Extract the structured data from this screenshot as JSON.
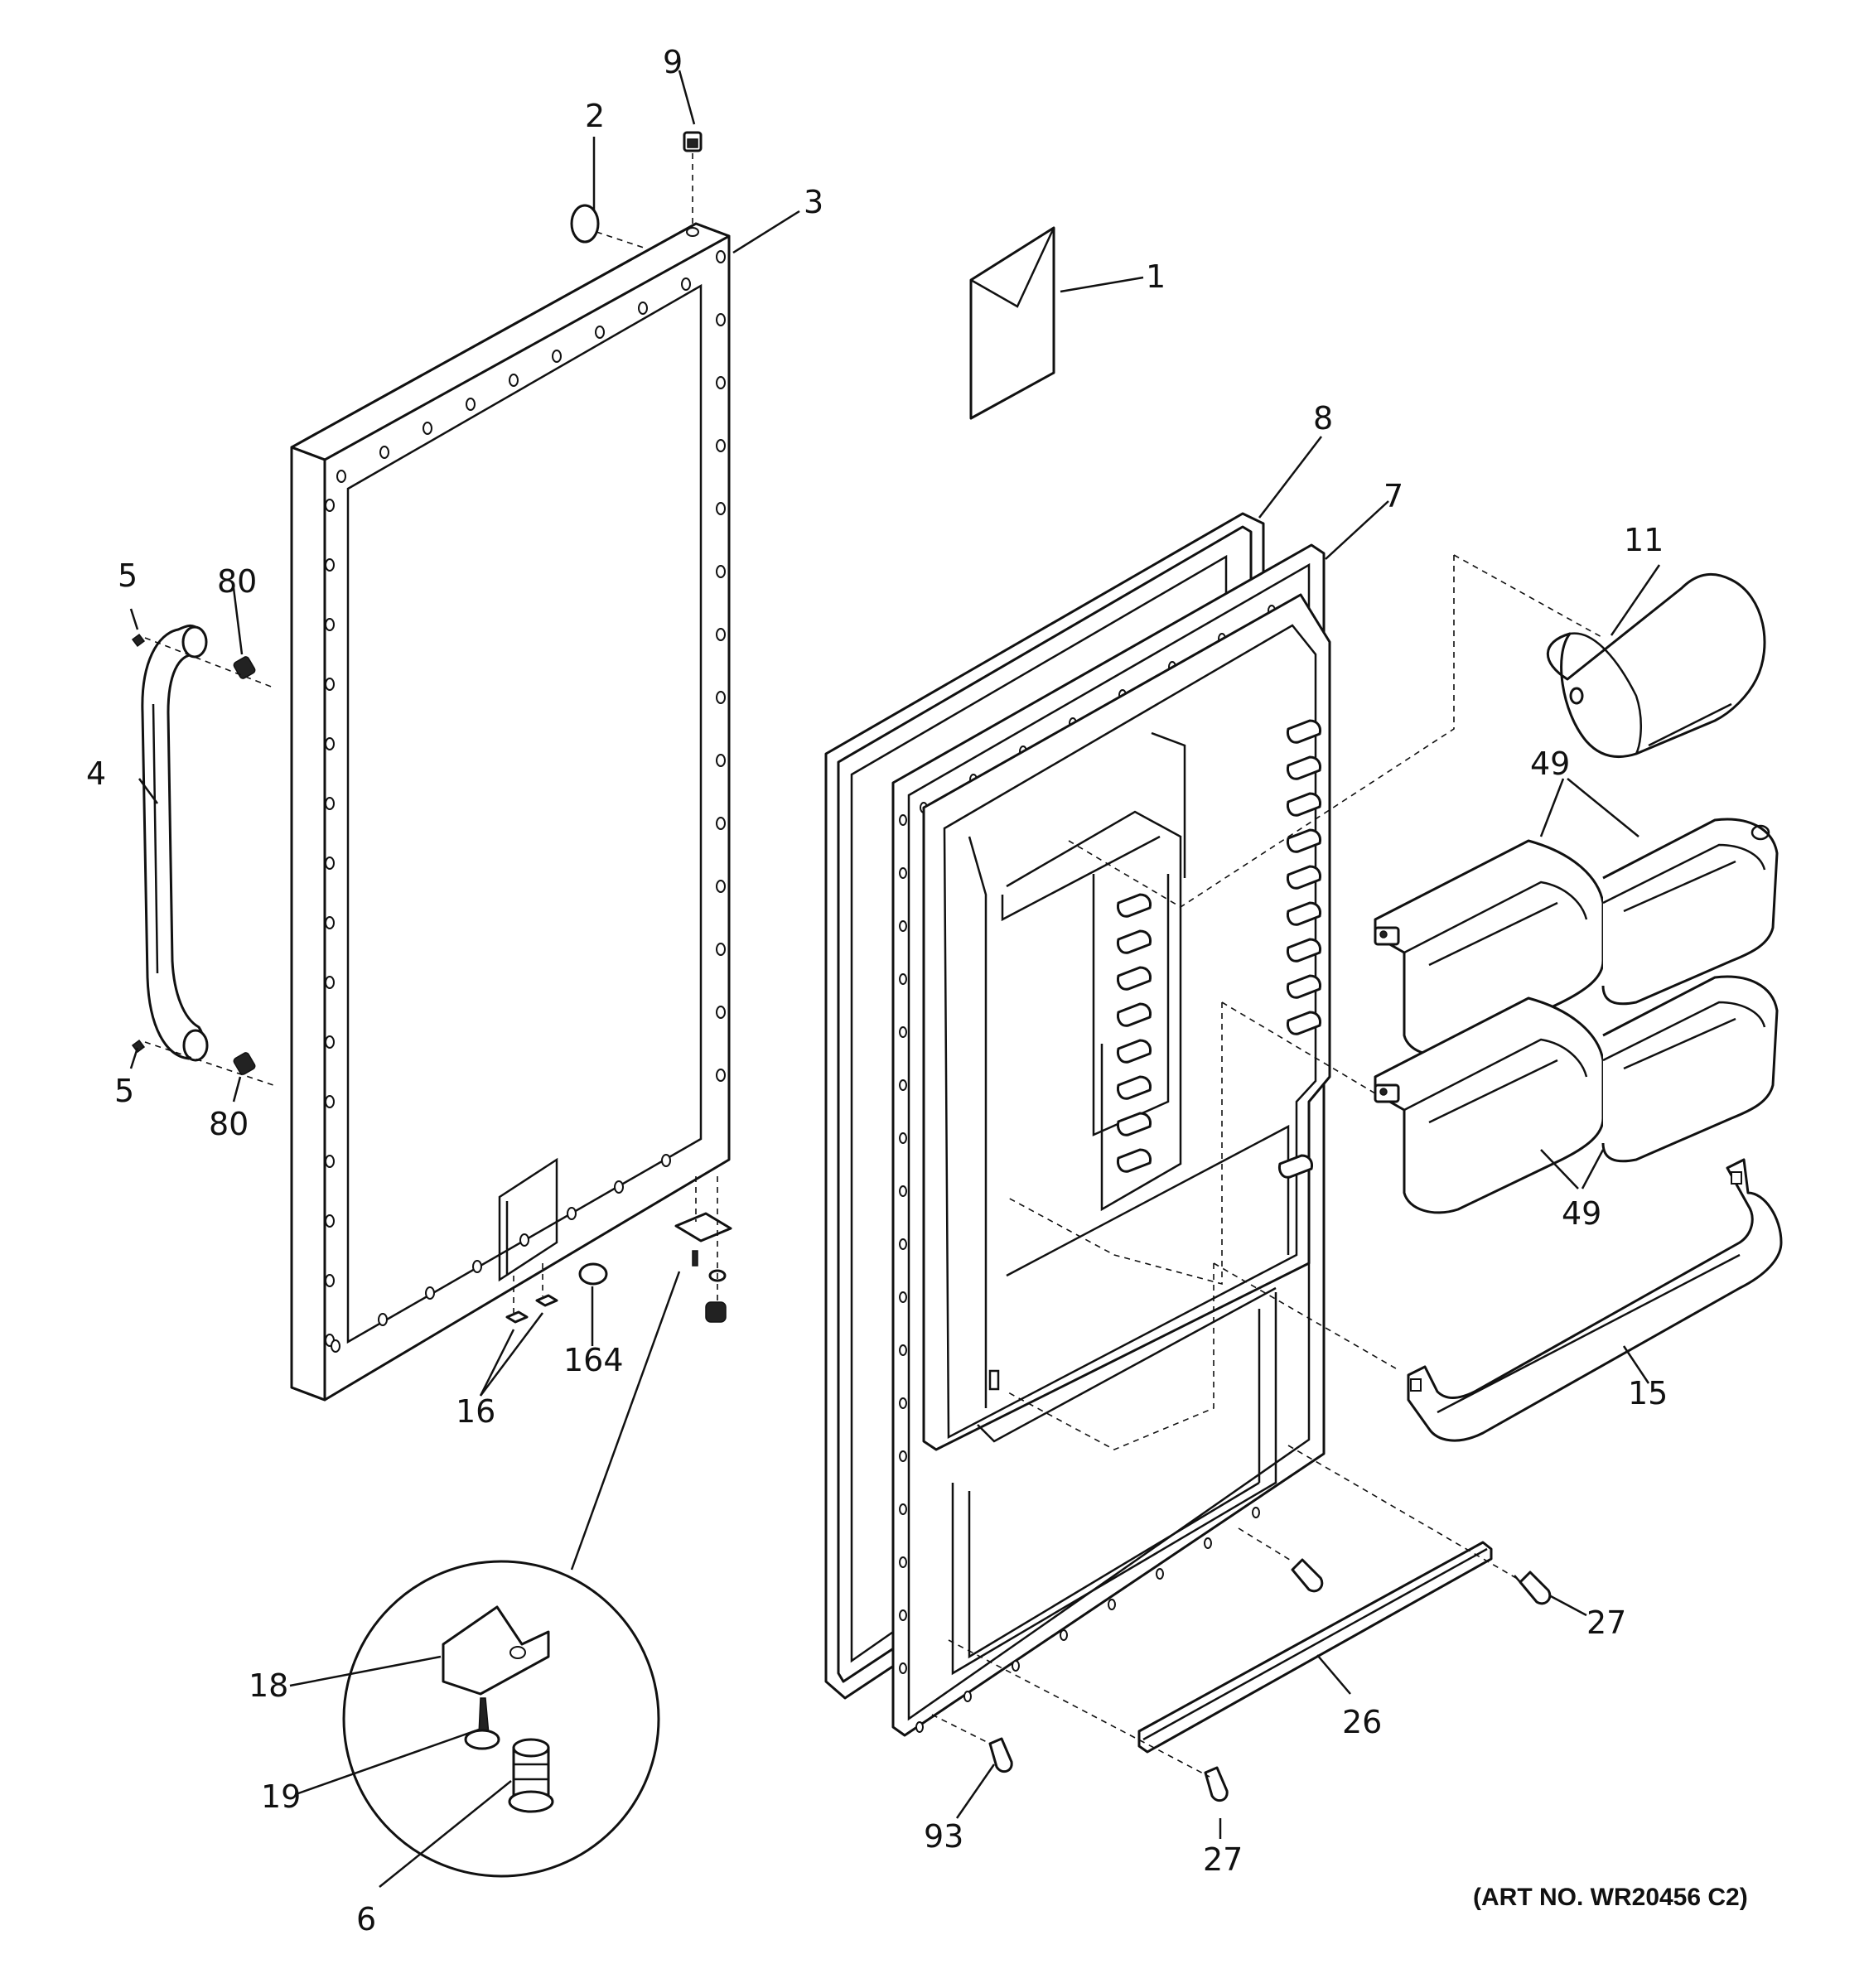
{
  "art_number": "(ART NO. WR20456 C2)",
  "callouts": {
    "c1": "1",
    "c2": "2",
    "c3": "3",
    "c4": "4",
    "c5a": "5",
    "c5b": "5",
    "c6": "6",
    "c7": "7",
    "c8": "8",
    "c9": "9",
    "c11": "11",
    "c15": "15",
    "c16": "16",
    "c18": "18",
    "c19": "19",
    "c26": "26",
    "c27a": "27",
    "c27b": "27",
    "c49a": "49",
    "c49b": "49",
    "c80a": "80",
    "c80b": "80",
    "c93": "93",
    "c164": "164"
  }
}
